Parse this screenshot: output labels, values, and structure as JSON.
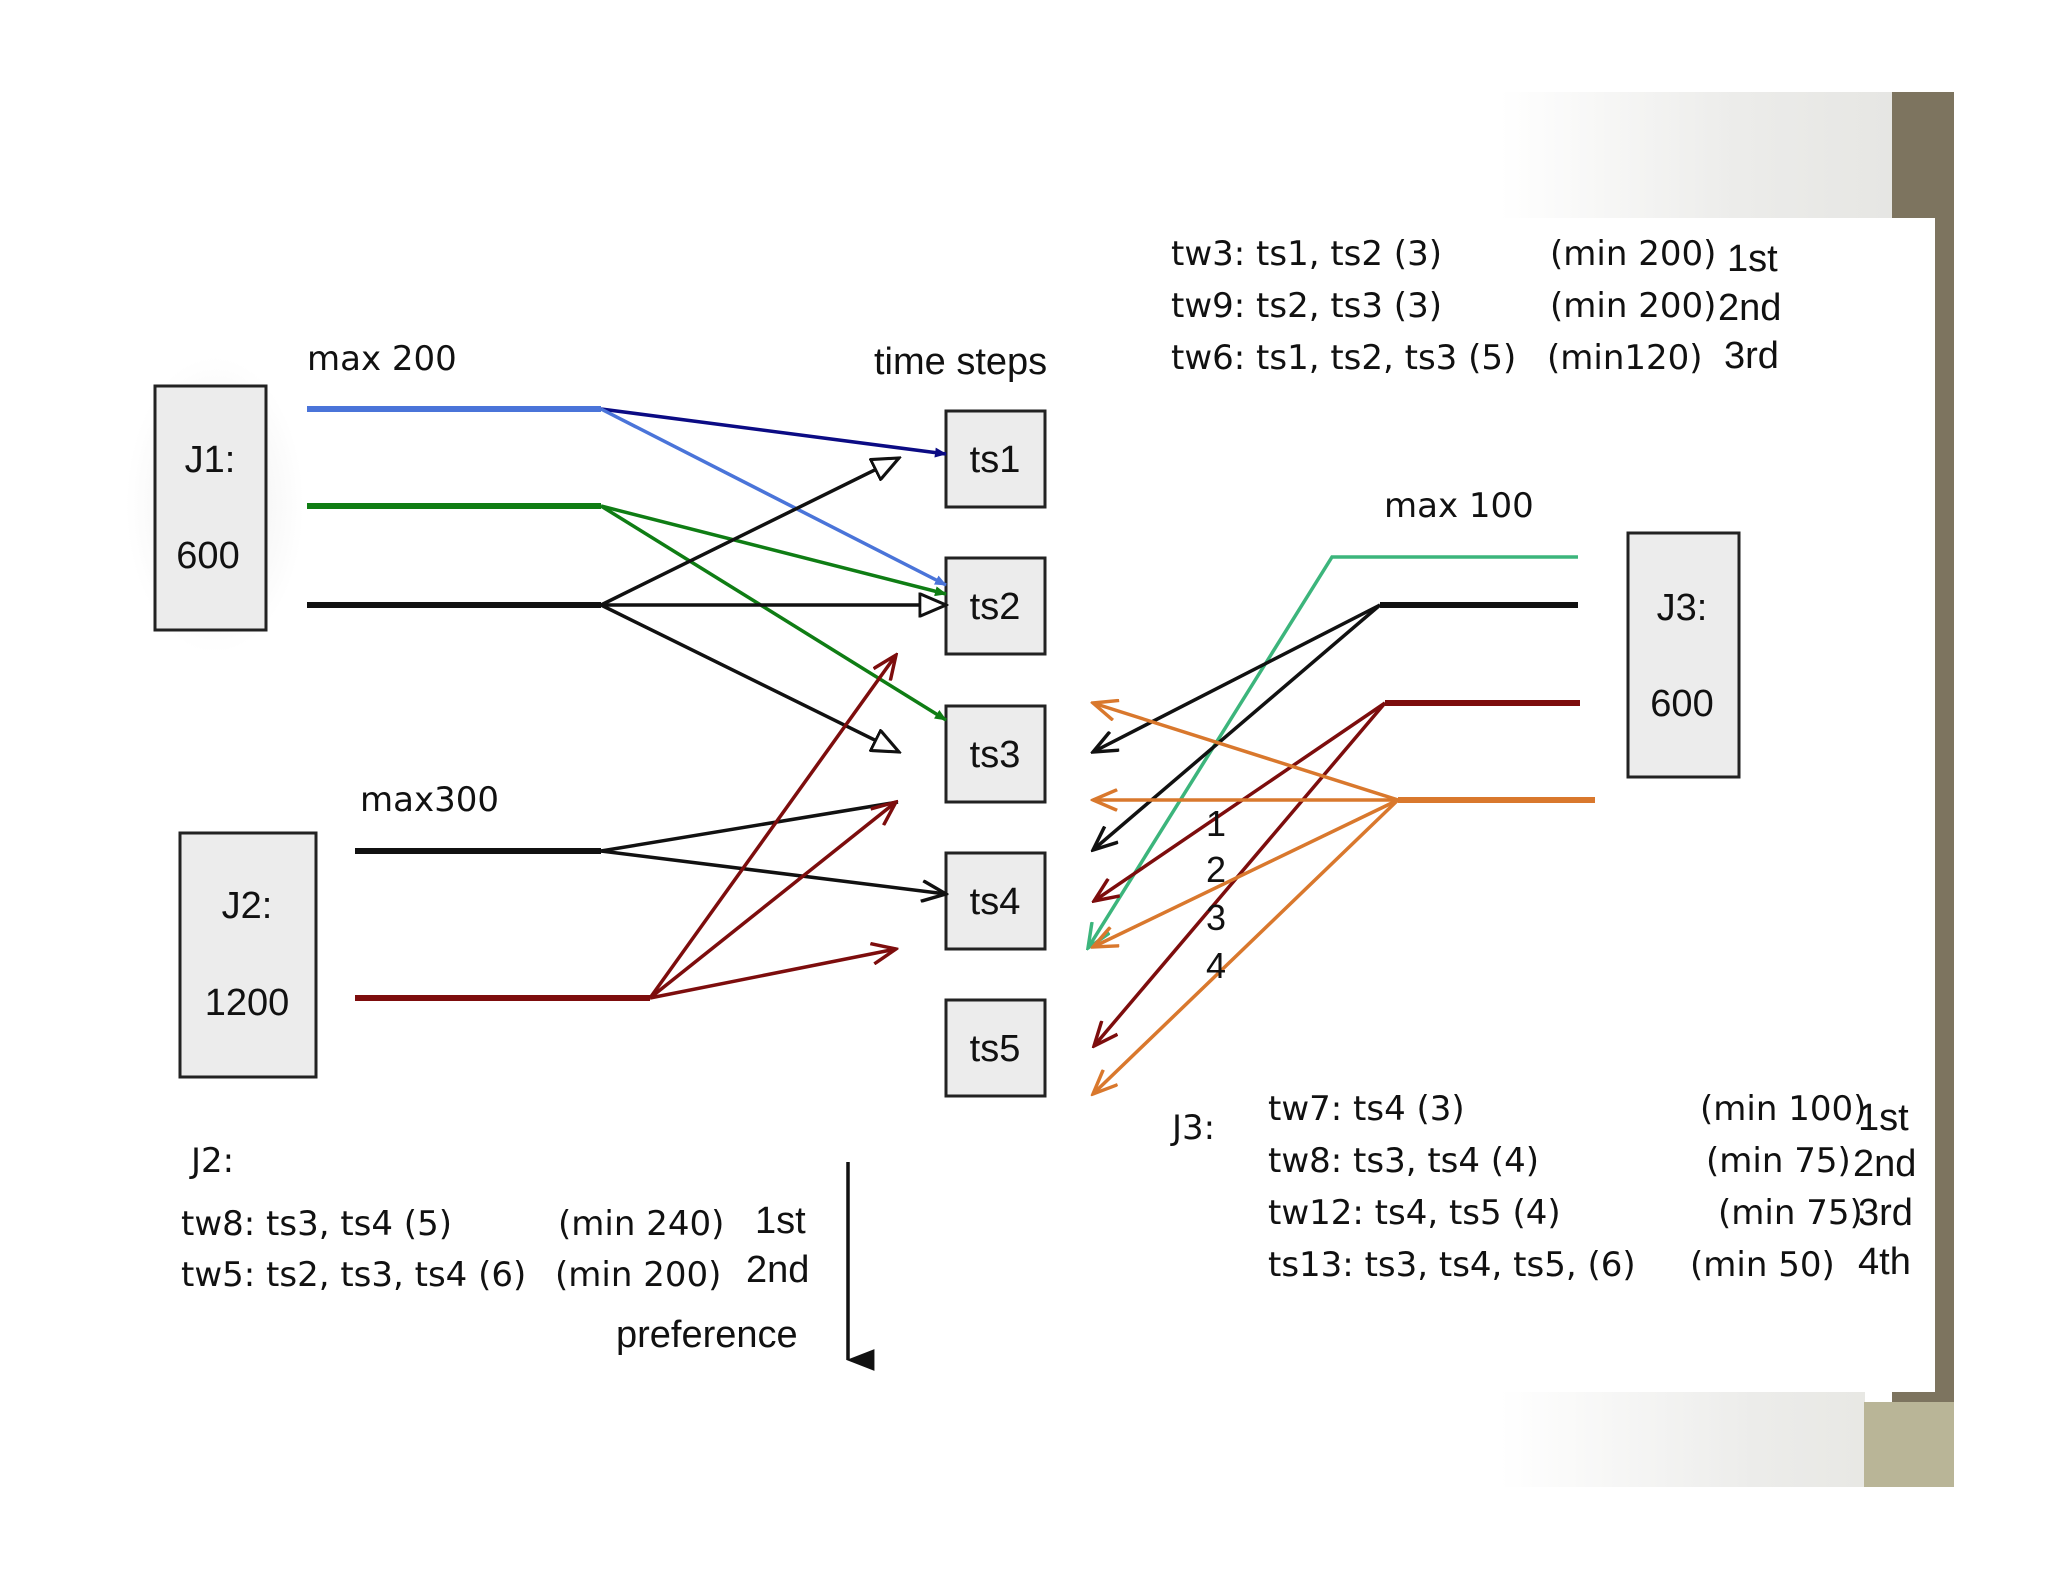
{
  "boxes": {
    "j1": {
      "name": "J1:",
      "value": "600"
    },
    "j2": {
      "name": "J2:",
      "value": "1200"
    },
    "j3": {
      "name": "J3:",
      "value": "600"
    },
    "ts1": "ts1",
    "ts2": "ts2",
    "ts3": "ts3",
    "ts4": "ts4",
    "ts5": "ts5"
  },
  "labels": {
    "time_steps": "time steps",
    "max_j1": "max 200",
    "max_j2": "max300",
    "max_j3": "max 100",
    "preference": "preference",
    "numbers": [
      "1",
      "2",
      "3",
      "4"
    ]
  },
  "j1_windows": [
    {
      "text": "tw3: ts1, ts2 (3)",
      "min": "(min 200)",
      "rank": "1st"
    },
    {
      "text": "tw9: ts2, ts3 (3)",
      "min": "(min 200)",
      "rank": "2nd"
    },
    {
      "text": "tw6: ts1, ts2, ts3 (5)",
      "min": "(min120)",
      "rank": "3rd"
    }
  ],
  "j2_windows": {
    "title": "J2:",
    "rows": [
      {
        "text": "tw8: ts3, ts4 (5)",
        "min": "(min 240)",
        "rank": "1st"
      },
      {
        "text": "tw5: ts2, ts3, ts4 (6)",
        "min": "(min 200)",
        "rank": "2nd"
      }
    ]
  },
  "j3_windows": {
    "title": "J3:",
    "rows": [
      {
        "text": "tw7: ts4 (3)",
        "min": "(min 100)",
        "rank": "1st"
      },
      {
        "text": "tw8: ts3, ts4 (4)",
        "min": "(min 75)",
        "rank": "2nd"
      },
      {
        "text": "tw12: ts4, ts5 (4)",
        "min": "(min 75)",
        "rank": "3rd"
      },
      {
        "text": "ts13: ts3, ts4, ts5,  (6)",
        "min": "(min 50)",
        "rank": "4th"
      }
    ]
  },
  "colors": {
    "blue": "#4a74d9",
    "navy": "#0b0b84",
    "green": "#0f7d14",
    "black": "#111111",
    "darkred": "#7d0d0d",
    "orange": "#d9782d",
    "teal": "#3cb57c",
    "accent_bar": "#7d745f",
    "accent_block": "#b9b597"
  }
}
